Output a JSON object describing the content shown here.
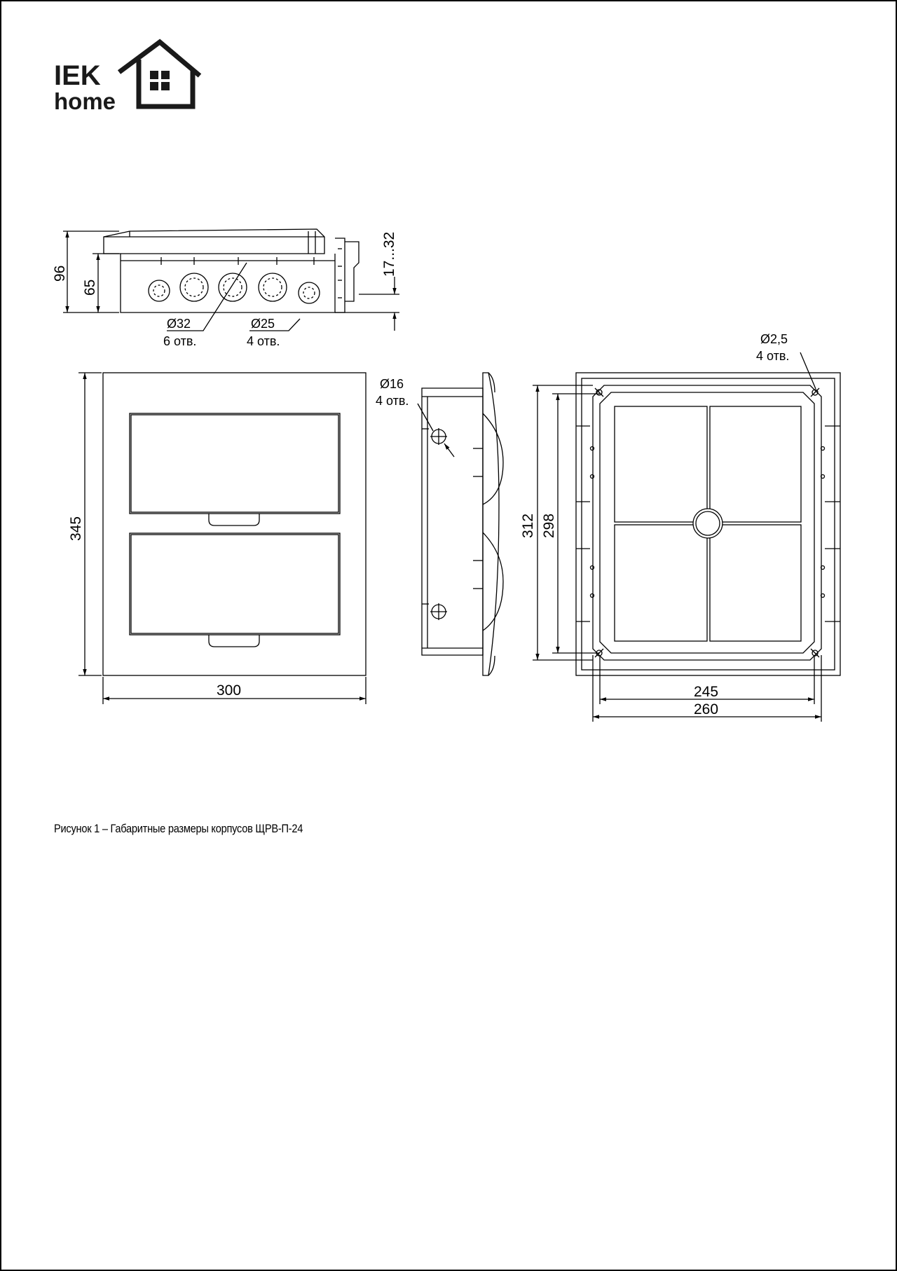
{
  "logo": {
    "brand": "IEK",
    "sub": "home"
  },
  "side_view": {
    "height_total": "96",
    "height_body": "65",
    "depth_adjust": "17...32",
    "hole_large_dia": "Ø32",
    "hole_large_count": "6 отв.",
    "hole_small_dia": "Ø25",
    "hole_small_count": "4 отв."
  },
  "front_view": {
    "height": "345",
    "width": "300"
  },
  "profile_view": {
    "hole_dia": "Ø16",
    "hole_count": "4 отв."
  },
  "back_view": {
    "mount_hole_dia": "Ø2,5",
    "mount_hole_count": "4 отв.",
    "outer_height": "312",
    "inner_height": "298",
    "inner_width": "245",
    "outer_width": "260"
  },
  "caption": "Рисунок 1 – Габаритные размеры корпусов ЩРВ-П-24",
  "colors": {
    "line": "#000000",
    "logo": "#1a1a1a",
    "frame": "#000000"
  }
}
